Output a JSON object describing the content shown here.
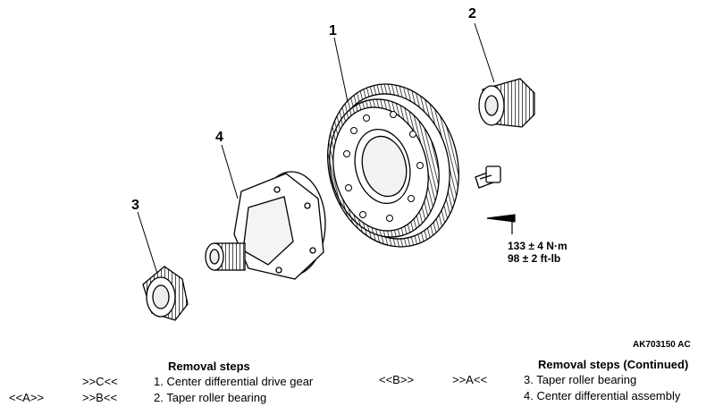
{
  "callouts": {
    "c1": "1",
    "c2": "2",
    "c3": "3",
    "c4": "4"
  },
  "torque": {
    "line1": "133 ± 4 N·m",
    "line2": "98 ± 2 ft-lb"
  },
  "figure_code": "AK703150 AC",
  "left_table": {
    "header": "Removal steps",
    "rows": [
      {
        "code_b": ">>C<<",
        "code_a": "",
        "text": "1. Center differential drive gear"
      },
      {
        "code_b": ">>B<<",
        "code_a": "<<A>>",
        "text": "2. Taper roller bearing"
      }
    ]
  },
  "right_table": {
    "header": "Removal steps (Continued)",
    "rows": [
      {
        "code_a": "<<B>>",
        "code_b": ">>A<<",
        "text": "3. Taper roller bearing"
      },
      {
        "code_a": "",
        "code_b": "",
        "text": "4. Center differential assembly"
      }
    ]
  }
}
